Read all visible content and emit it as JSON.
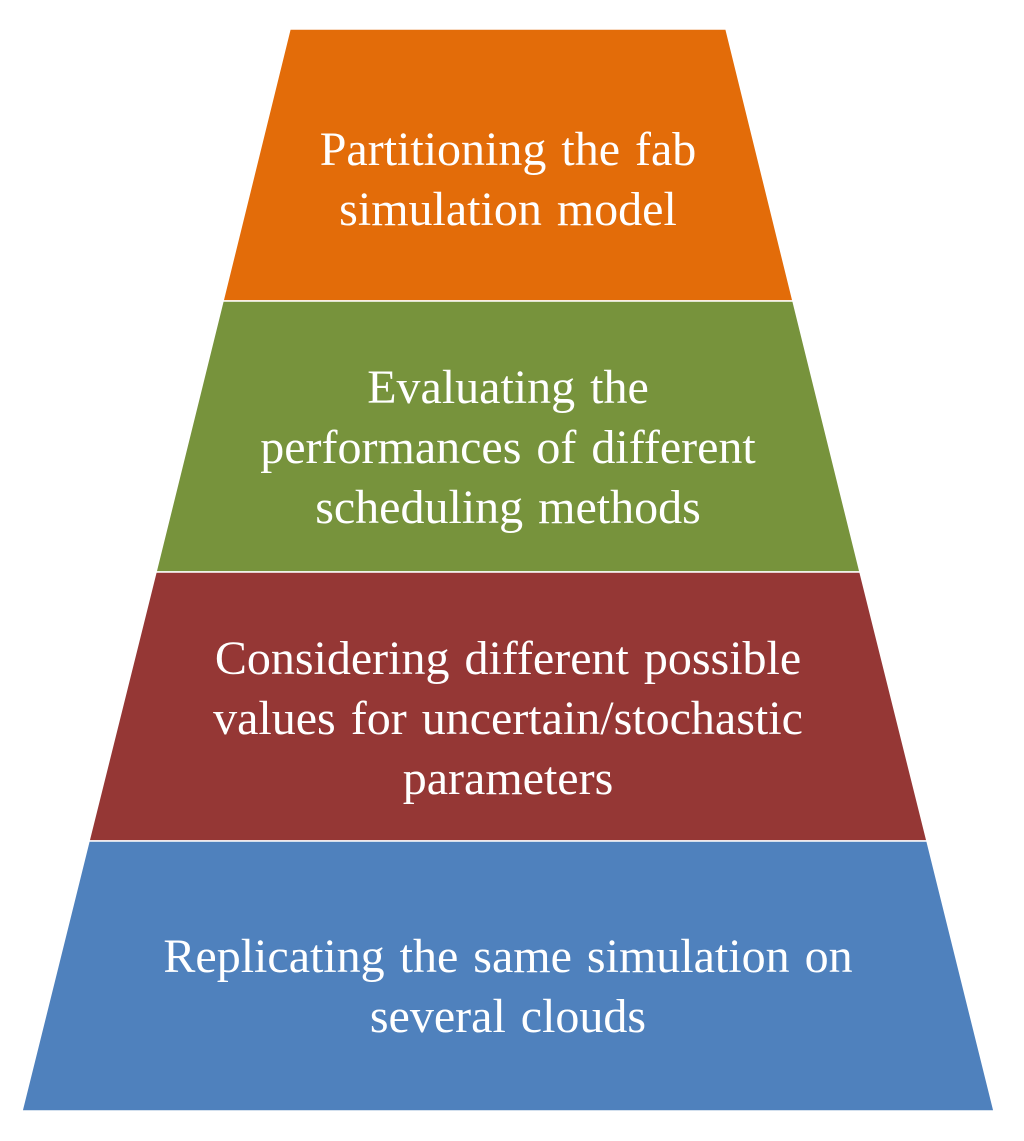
{
  "pyramid": {
    "tiers": [
      {
        "lines": [
          "Partitioning the fab",
          "simulation model"
        ],
        "color": "#E36C09"
      },
      {
        "lines": [
          "Evaluating the",
          "performances of different",
          "scheduling methods"
        ],
        "color": "#77933C"
      },
      {
        "lines": [
          "Considering different possible",
          "values for uncertain/stochastic",
          "parameters"
        ],
        "color": "#953735"
      },
      {
        "lines": [
          "Replicating the same simulation on",
          "several clouds"
        ],
        "color": "#4F81BD"
      }
    ]
  }
}
